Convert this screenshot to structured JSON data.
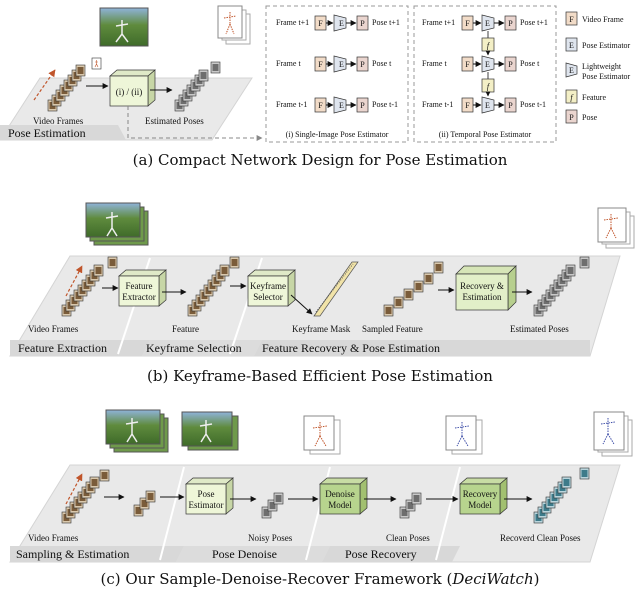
{
  "panel_a": {
    "caption": "(a)  Compact Network Design for Pose Estimation",
    "section_label": "Pose Estimation",
    "video_frames": "Video Frames",
    "estimated_poses": "Estimated Poses",
    "module_label": "(i) / (ii)",
    "single_image": {
      "title": "(i) Single-Image Pose Estimator",
      "rows": [
        {
          "frame": "Frame t+1",
          "pose": "Pose t+1"
        },
        {
          "frame": "Frame t",
          "pose": "Pose t"
        },
        {
          "frame": "Frame t-1",
          "pose": "Pose t-1"
        }
      ]
    },
    "temporal": {
      "title": "(ii) Temporal Pose Estimator",
      "rows": [
        {
          "frame": "Frame t+1",
          "pose": "Pose t+1"
        },
        {
          "frame": "Frame t",
          "pose": "Pose t"
        },
        {
          "frame": "Frame t-1",
          "pose": "Pose t-1"
        }
      ]
    },
    "box_letters": {
      "frame": "F",
      "estimator": "E",
      "light": "E",
      "feature": "f",
      "pose": "P"
    },
    "legend": [
      {
        "letter": "F",
        "label": "Video Frame"
      },
      {
        "letter": "E",
        "label": "Pose Estimator"
      },
      {
        "letter": "E",
        "label": "Lightweight",
        "label2": "Pose Estimator"
      },
      {
        "letter": "f",
        "label": "Feature"
      },
      {
        "letter": "P",
        "label": "Pose"
      }
    ]
  },
  "panel_b": {
    "caption": "(b)  Keyframe-Based Efficient Pose Estimation",
    "sections": [
      "Feature Extraction",
      "Keyframe Selection",
      "Feature Recovery & Pose Estimation"
    ],
    "labels": {
      "video_frames": "Video Frames",
      "feature": "Feature",
      "keyframe_mask": "Keyframe Mask",
      "sampled_feature": "Sampled Feature",
      "estimated_poses": "Estimated Poses"
    },
    "modules": {
      "extractor": [
        "Feature",
        "Extractor"
      ],
      "selector": [
        "Keyframe",
        "Selector"
      ],
      "recovery": [
        "Recovery &",
        "Estimation"
      ]
    }
  },
  "panel_c": {
    "caption_prefix": "(c)  Our Sample-Denoise-Recover Framework (",
    "caption_italic": "DeciWatch",
    "caption_suffix": ")",
    "sections": [
      "Sampling & Estimation",
      "Pose Denoise",
      "Pose Recovery"
    ],
    "labels": {
      "video_frames": "Video Frames",
      "noisy_poses": "Noisy Poses",
      "clean_poses": "Clean Poses",
      "recovered": "Recoverd Clean Poses"
    },
    "modules": {
      "estimator": [
        "Pose",
        "Estimator"
      ],
      "denoise": [
        "Denoise",
        "Model"
      ],
      "recovery": [
        "Recovery",
        "Model"
      ]
    }
  },
  "colors": {
    "frame_box": "#f2dcc8",
    "estimator_box": "#dfe5ee",
    "feature_box": "#f3efc6",
    "pose_box": "#ead5cf",
    "module_light": "#eef6d8",
    "module_green": "#b7d48e",
    "platform": "#e9e9e9",
    "arrow_red": "#c0552b"
  }
}
